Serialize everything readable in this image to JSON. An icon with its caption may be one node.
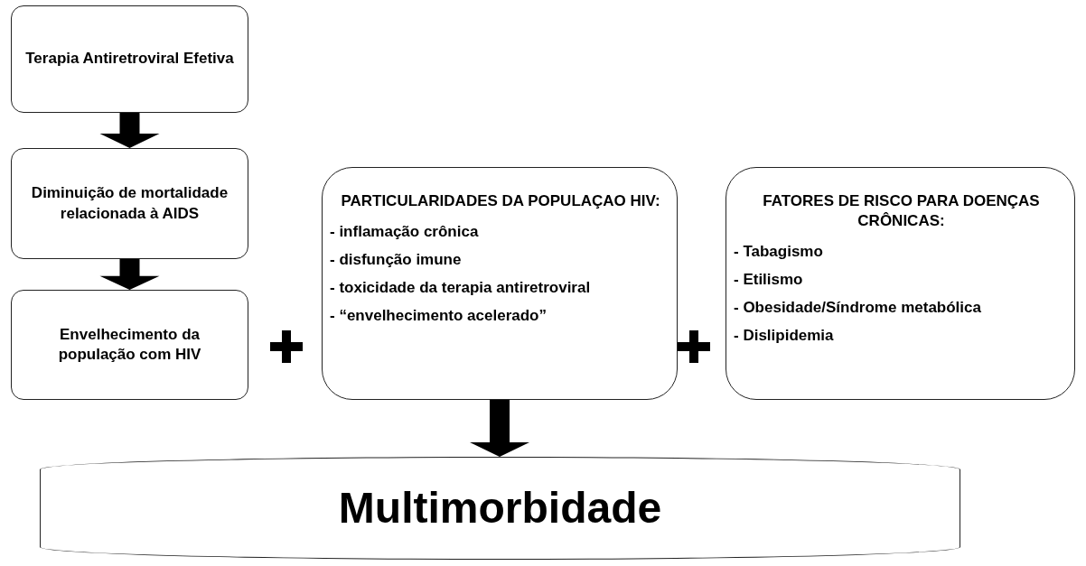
{
  "diagram": {
    "nodes": [
      {
        "text": [
          "Terapia Antiretroviral Efetiva"
        ]
      },
      {
        "text": [
          "Diminuição de mortalidade relacionada à AIDS"
        ]
      },
      {
        "text": [
          "Envelhecimento da população com HIV"
        ]
      },
      {
        "text": [
          "PARTICULARIDADES DA POPULAÇAO HIV:",
          "- inflamação crônica",
          "- disfunção imune",
          "- toxicidade da terapia antiretroviral",
          "- “envelhecimento acelerado”"
        ]
      },
      {
        "text": [
          "FATORES DE RISCO PARA DOENÇAS CRÔNICAS:",
          "- Tabagismo",
          "- Etilismo",
          "- Obesidade/Síndrome metabólica",
          "- Dislipidemia"
        ]
      },
      {
        "text": [
          "Multimorbidade"
        ]
      }
    ],
    "edges": [
      {
        "from": 0,
        "to": 1,
        "arrow": "to",
        "style": "thick"
      },
      {
        "from": 1,
        "to": 2,
        "arrow": "to",
        "style": "thick"
      },
      {
        "from": 3,
        "to": 5,
        "arrow": "to",
        "style": "thick"
      }
    ]
  }
}
